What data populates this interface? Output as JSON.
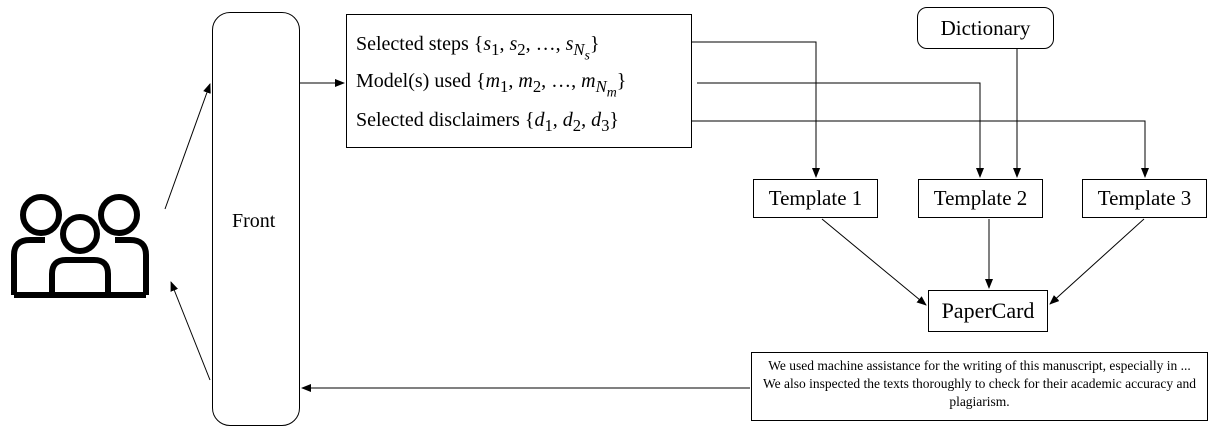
{
  "front": {
    "label": "Front"
  },
  "inputs": {
    "steps": {
      "label": "Selected steps"
    },
    "models": {
      "label": "Model(s) used"
    },
    "disclaimers": {
      "label": "Selected disclaimers"
    }
  },
  "dictionary": {
    "label": "Dictionary"
  },
  "templates": [
    "Template 1",
    "Template 2",
    "Template 3"
  ],
  "papercard": {
    "label": "PaperCard"
  },
  "disclaimer_text": "We used machine assistance for the writing of this manuscript, especially in ... We also inspected the texts thoroughly to check for their academic accuracy and plagiarism.",
  "icons": {
    "users": "users-group-icon"
  }
}
